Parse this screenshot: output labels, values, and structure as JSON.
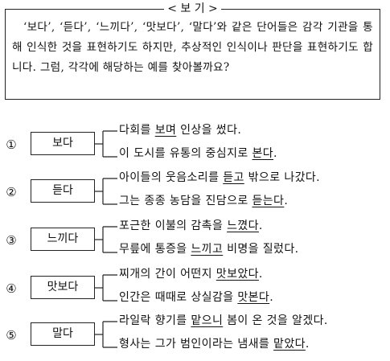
{
  "bogi": {
    "title": "< 보 기 >",
    "text": "‘보다’, ‘듣다’, ‘느끼다’, ‘맛보다’, ‘말다’와 같은 단어들은 감각 기관을 통해 인식한 것을 표현하기도 하지만, 추상적인 인식이나 판단을 표현하기도 합니다. 그럼, 각각에 해당하는 예를 찾아볼까요?"
  },
  "items": [
    {
      "num": "①",
      "word": "보다",
      "s1": {
        "pre": "다회를 ",
        "u": "보며",
        "post": " 인상을 썼다."
      },
      "s2": {
        "pre": "이 도시를 유통의 중심지로 ",
        "u": "본다",
        "post": "."
      }
    },
    {
      "num": "②",
      "word": "듣다",
      "s1": {
        "pre": "아이들의 웃음소리를 ",
        "u": "듣고",
        "post": " 밖으로 나갔다."
      },
      "s2": {
        "pre": "그는 종종 농담을 진담으로 ",
        "u": "듣는다",
        "post": "."
      }
    },
    {
      "num": "③",
      "word": "느끼다",
      "s1": {
        "pre": "포근한 이불의 감촉을 ",
        "u": "느꼈다",
        "post": "."
      },
      "s2": {
        "pre": "무릎에 통증을 ",
        "u": "느끼고",
        "post": " 비명을 질렀다."
      }
    },
    {
      "num": "④",
      "word": "맛보다",
      "s1": {
        "pre": "찌개의 간이 어떤지 ",
        "u": "맛보았다",
        "post": "."
      },
      "s2": {
        "pre": "인간은 때때로 상실감을 ",
        "u": "맛본다",
        "post": "."
      }
    },
    {
      "num": "⑤",
      "word": "말다",
      "s1": {
        "pre": "라일락 향기를 ",
        "u": "맡으니",
        "post": " 봄이 온 것을 알겠다."
      },
      "s2": {
        "pre": "형사는 그가 범인이라는 냄새를 ",
        "u": "맡았다",
        "post": "."
      }
    }
  ]
}
